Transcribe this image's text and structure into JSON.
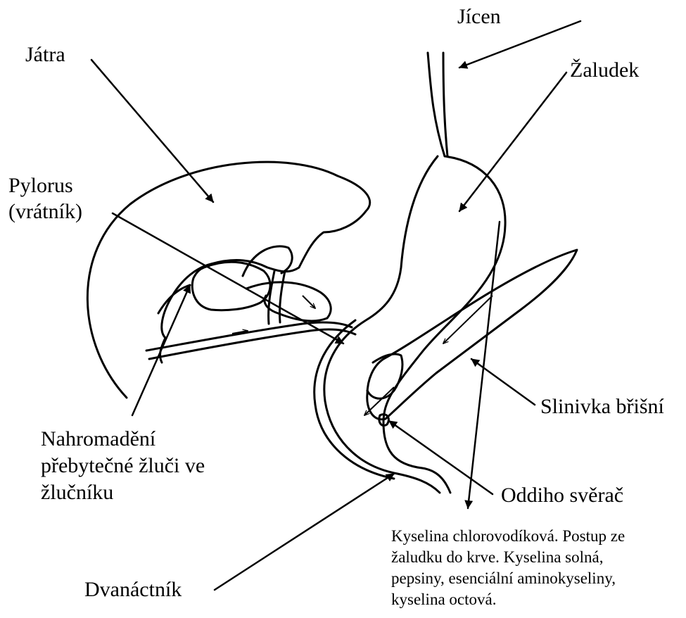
{
  "labels": {
    "jicen": "Jícen",
    "jatra": "Játra",
    "zaludek": "Žaludek",
    "pylorus_1": "Pylorus",
    "pylorus_2": "(vrátník)",
    "slinivka": "Slinivka břišní",
    "nahromadeni_1": "Nahromadění",
    "nahromadeni_2": "přebytečné žluči ve",
    "nahromadeni_3": "žlučníku",
    "oddi": "Oddiho svěrač",
    "dvanactnik": "Dvanáctník"
  },
  "note": {
    "line1": "Kyselina chlorovodíková. Postup ze",
    "line2": "žaludku do krve. Kyselina solná,",
    "line3": "pepsiny, esenciální aminokyseliny,",
    "line4": "kyselina octová."
  }
}
